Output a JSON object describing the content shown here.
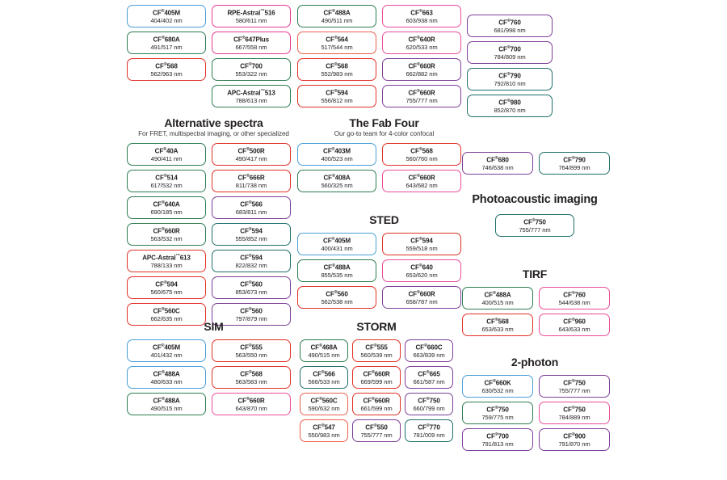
{
  "page": {
    "background": "#ffffff",
    "trademark_glyph": "®",
    "nm_unit": "nm"
  },
  "palette": {
    "blue": "#4a9fd8",
    "green": "#2e7d52",
    "red": "#e03127",
    "magenta": "#e8398f",
    "pink": "#ea4c9b",
    "purple": "#7d3f98",
    "teal": "#1f6f6b",
    "darkteal": "#2b6a66",
    "salmon": "#e8604e",
    "darkgreen": "#215e3c"
  },
  "sections": [
    {
      "id": "top-left",
      "title": "",
      "subtitle": "",
      "columns": [
        {
          "id": "col-1",
          "chips": [
            {
              "name": "CF",
              "sup": "®",
              "code": "405M",
              "wavelength": "404/402 nm",
              "color": "#4a9fd8"
            },
            {
              "name": "CF",
              "sup": "®",
              "code": "680A",
              "wavelength": "491/517 nm",
              "color": "#2e7d52"
            },
            {
              "name": "CF",
              "sup": "®",
              "code": "568",
              "wavelength": "562/963 nm",
              "color": "#e03127"
            }
          ]
        },
        {
          "id": "col-2",
          "chips": [
            {
              "name": "RPE-Astral",
              "sup": "™",
              "code": "516",
              "wavelength": "580/611 nm",
              "color": "#e8398f"
            },
            {
              "name": "CF",
              "sup": "®",
              "code": "647Plus",
              "wavelength": "667/558 nm",
              "color": "#e8398f"
            },
            {
              "name": "CF",
              "sup": "®",
              "code": "700",
              "wavelength": "553/322 nm",
              "color": "#2e7d52"
            },
            {
              "name": "APC-Astral",
              "sup": "™",
              "code": "513",
              "wavelength": "788/613 nm",
              "color": "#2e7d52"
            }
          ]
        }
      ]
    },
    {
      "id": "top-mid",
      "title": "",
      "subtitle": "",
      "columns": [
        {
          "id": "col-1",
          "chips": [
            {
              "name": "CF",
              "sup": "®",
              "code": "488A",
              "wavelength": "490/511 nm",
              "color": "#2e7d52"
            },
            {
              "name": "CF",
              "sup": "®",
              "code": "564",
              "wavelength": "517/544 nm",
              "color": "#e8604e"
            },
            {
              "name": "CF",
              "sup": "®",
              "code": "568",
              "wavelength": "552/983 nm",
              "color": "#e03127"
            },
            {
              "name": "CF",
              "sup": "®",
              "code": "594",
              "wavelength": "556/812 nm",
              "color": "#e03127"
            }
          ]
        },
        {
          "id": "col-2",
          "chips": [
            {
              "name": "CF",
              "sup": "®",
              "code": "663",
              "wavelength": "603/938 nm",
              "color": "#ea4c9b"
            },
            {
              "name": "CF",
              "sup": "®",
              "code": "640R",
              "wavelength": "620/533 nm",
              "color": "#ea4c9b"
            },
            {
              "name": "CF",
              "sup": "®",
              "code": "660R",
              "wavelength": "662/882 nm",
              "color": "#7d3f98"
            },
            {
              "name": "CF",
              "sup": "®",
              "code": "660R",
              "wavelength": "755/777 nm",
              "color": "#7d3f98"
            }
          ]
        }
      ]
    },
    {
      "id": "top-right",
      "title": "",
      "subtitle": "",
      "columns": [
        {
          "id": "col-1",
          "chips": [
            {
              "name": "CF",
              "sup": "®",
              "code": "760",
              "wavelength": "681/998 nm",
              "color": "#7d3f98"
            },
            {
              "name": "CF",
              "sup": "®",
              "code": "700",
              "wavelength": "784/809 nm",
              "color": "#7d3f98"
            },
            {
              "name": "CF",
              "sup": "®",
              "code": "790",
              "wavelength": "792/810 nm",
              "color": "#1f6f6b"
            },
            {
              "name": "CF",
              "sup": "®",
              "code": "980",
              "wavelength": "852/870 nm",
              "color": "#1f6f6b"
            }
          ]
        }
      ]
    },
    {
      "id": "alternative-spectra",
      "title": "Alternative spectra",
      "subtitle": "For FRET, multispectral imaging, or other specialized",
      "columns": [
        {
          "id": "col-1",
          "chips": [
            {
              "name": "CF",
              "sup": "®",
              "code": "40A",
              "wavelength": "490/411 nm",
              "color": "#2e7d52"
            },
            {
              "name": "CF",
              "sup": "®",
              "code": "514",
              "wavelength": "617/532 nm",
              "color": "#2e7d52"
            },
            {
              "name": "CF",
              "sup": "®",
              "code": "640A",
              "wavelength": "690/185 nm",
              "color": "#2e7d52"
            },
            {
              "name": "CF",
              "sup": "®",
              "code": "660R",
              "wavelength": "563/532 nm",
              "color": "#2e7d52"
            },
            {
              "name": "APC-Astral",
              "sup": "™",
              "code": "613",
              "wavelength": "788/133 nm",
              "color": "#e03127"
            },
            {
              "name": "CF",
              "sup": "®",
              "code": "594",
              "wavelength": "560/675 nm",
              "color": "#e03127"
            },
            {
              "name": "CF",
              "sup": "®",
              "code": "560C",
              "wavelength": "662/635 nm",
              "color": "#e03127"
            }
          ]
        },
        {
          "id": "col-2",
          "chips": [
            {
              "name": "CF",
              "sup": "®",
              "code": "500R",
              "wavelength": "490/417 nm",
              "color": "#e03127"
            },
            {
              "name": "CF",
              "sup": "®",
              "code": "666R",
              "wavelength": "811/738 nm",
              "color": "#e03127"
            },
            {
              "name": "CF",
              "sup": "®",
              "code": "566",
              "wavelength": "683/811 nm",
              "color": "#7d3f98"
            },
            {
              "name": "CF",
              "sup": "®",
              "code": "594",
              "wavelength": "555/852 nm",
              "color": "#1f6f6b"
            },
            {
              "name": "CF",
              "sup": "®",
              "code": "594",
              "wavelength": "822/832 nm",
              "color": "#1f6f6b"
            },
            {
              "name": "CF",
              "sup": "®",
              "code": "560",
              "wavelength": "853/673 nm",
              "color": "#7d3f98"
            },
            {
              "name": "CF",
              "sup": "®",
              "code": "560",
              "wavelength": "797/879 nm",
              "color": "#7d3f98"
            }
          ]
        }
      ]
    },
    {
      "id": "fab-four",
      "title": "The Fab Four",
      "subtitle": "Our go-to team for 4-color confocal",
      "columns": [
        {
          "id": "col-1",
          "chips": [
            {
              "name": "CF",
              "sup": "®",
              "code": "403M",
              "wavelength": "400/523 nm",
              "color": "#4a9fd8"
            },
            {
              "name": "CF",
              "sup": "®",
              "code": "408A",
              "wavelength": "560/325 nm",
              "color": "#2e7d52"
            }
          ]
        },
        {
          "id": "col-2",
          "chips": [
            {
              "name": "CF",
              "sup": "®",
              "code": "568",
              "wavelength": "560/760 nm",
              "color": "#e03127"
            },
            {
              "name": "CF",
              "sup": "®",
              "code": "660R",
              "wavelength": "643/682 nm",
              "color": "#ea4c9b"
            }
          ]
        }
      ]
    },
    {
      "id": "sted",
      "title": "STED",
      "subtitle": "",
      "columns": [
        {
          "id": "col-1",
          "chips": [
            {
              "name": "CF",
              "sup": "®",
              "code": "405M",
              "wavelength": "400/431 nm",
              "color": "#4a9fd8"
            },
            {
              "name": "CF",
              "sup": "®",
              "code": "488A",
              "wavelength": "855/535 nm",
              "color": "#2e7d52"
            },
            {
              "name": "CF",
              "sup": "®",
              "code": "560",
              "wavelength": "562/538 nm",
              "color": "#e03127"
            }
          ]
        },
        {
          "id": "col-2",
          "chips": [
            {
              "name": "CF",
              "sup": "®",
              "code": "594",
              "wavelength": "559/518 nm",
              "color": "#e03127"
            },
            {
              "name": "CF",
              "sup": "®",
              "code": "640",
              "wavelength": "653/620 nm",
              "color": "#ea4c9b"
            },
            {
              "name": "CF",
              "sup": "®",
              "code": "660R",
              "wavelength": "658/787 nm",
              "color": "#7d3f98"
            }
          ]
        }
      ]
    },
    {
      "id": "right-pair",
      "title": "",
      "subtitle": "",
      "columns": [
        {
          "id": "col-1",
          "chips": [
            {
              "name": "CF",
              "sup": "®",
              "code": "680",
              "wavelength": "746/638 nm",
              "color": "#7d3f98"
            }
          ]
        },
        {
          "id": "col-2",
          "chips": [
            {
              "name": "CF",
              "sup": "®",
              "code": "790",
              "wavelength": "764/899 nm",
              "color": "#1f6f6b"
            }
          ]
        }
      ]
    },
    {
      "id": "photoacoustic",
      "title": "Photoacoustic imaging",
      "subtitle": "",
      "columns": [
        {
          "id": "col-1",
          "chips": [
            {
              "name": "CF",
              "sup": "®",
              "code": "750",
              "wavelength": "755/777 nm",
              "color": "#1f6f6b"
            }
          ]
        }
      ]
    },
    {
      "id": "tirf",
      "title": "TIRF",
      "subtitle": "",
      "columns": [
        {
          "id": "col-1",
          "chips": [
            {
              "name": "CF",
              "sup": "®",
              "code": "488A",
              "wavelength": "400/515 nm",
              "color": "#2e7d52"
            },
            {
              "name": "CF",
              "sup": "®",
              "code": "568",
              "wavelength": "653/633 nm",
              "color": "#e03127"
            }
          ]
        },
        {
          "id": "col-2",
          "chips": [
            {
              "name": "CF",
              "sup": "®",
              "code": "760",
              "wavelength": "544/638 nm",
              "color": "#ea4c9b"
            },
            {
              "name": "CF",
              "sup": "®",
              "code": "960",
              "wavelength": "643/633 nm",
              "color": "#ea4c9b"
            }
          ]
        }
      ]
    },
    {
      "id": "two-photon",
      "title": "2-photon",
      "subtitle": "",
      "columns": [
        {
          "id": "col-1",
          "chips": [
            {
              "name": "CF",
              "sup": "®",
              "code": "660K",
              "wavelength": "630/532 nm",
              "color": "#4a9fd8"
            },
            {
              "name": "CF",
              "sup": "®",
              "code": "750",
              "wavelength": "759/775 nm",
              "color": "#2e7d52"
            },
            {
              "name": "CF",
              "sup": "®",
              "code": "700",
              "wavelength": "791/813 nm",
              "color": "#7d3f98"
            }
          ]
        },
        {
          "id": "col-2",
          "chips": [
            {
              "name": "CF",
              "sup": "®",
              "code": "750",
              "wavelength": "755/777 nm",
              "color": "#7d3f98"
            },
            {
              "name": "CF",
              "sup": "®",
              "code": "750",
              "wavelength": "784/889 nm",
              "color": "#ea4c9b"
            },
            {
              "name": "CF",
              "sup": "®",
              "code": "900",
              "wavelength": "791/870 nm",
              "color": "#7d3f98"
            }
          ]
        }
      ]
    },
    {
      "id": "sim",
      "title": "SIM",
      "subtitle": "",
      "columns": [
        {
          "id": "col-1",
          "chips": [
            {
              "name": "CF",
              "sup": "®",
              "code": "405M",
              "wavelength": "401/432 nm",
              "color": "#4a9fd8"
            },
            {
              "name": "CF",
              "sup": "®",
              "code": "488A",
              "wavelength": "480/633 nm",
              "color": "#4a9fd8"
            },
            {
              "name": "CF",
              "sup": "®",
              "code": "488A",
              "wavelength": "490/515 nm",
              "color": "#2e7d52"
            }
          ]
        },
        {
          "id": "col-2",
          "chips": [
            {
              "name": "CF",
              "sup": "®",
              "code": "555",
              "wavelength": "563/550 nm",
              "color": "#e03127"
            },
            {
              "name": "CF",
              "sup": "®",
              "code": "568",
              "wavelength": "563/583 nm",
              "color": "#e03127"
            },
            {
              "name": "CF",
              "sup": "®",
              "code": "660R",
              "wavelength": "643/870 nm",
              "color": "#ea4c9b"
            }
          ]
        }
      ]
    },
    {
      "id": "storm",
      "title": "STORM",
      "subtitle": "",
      "columns": [
        {
          "id": "col-1",
          "chips": [
            {
              "name": "CF",
              "sup": "®",
              "code": "468A",
              "wavelength": "490/515 nm",
              "color": "#2e7d52"
            },
            {
              "name": "CF",
              "sup": "®",
              "code": "566",
              "wavelength": "566/533 nm",
              "color": "#1f6f6b"
            },
            {
              "name": "CF",
              "sup": "®",
              "code": "560C",
              "wavelength": "590/632 nm",
              "color": "#e8604e"
            },
            {
              "name": "CF",
              "sup": "®",
              "code": "547",
              "wavelength": "550/983 nm",
              "color": "#e8604e"
            }
          ]
        },
        {
          "id": "col-2",
          "chips": [
            {
              "name": "CF",
              "sup": "®",
              "code": "555",
              "wavelength": "560/539 nm",
              "color": "#e03127"
            },
            {
              "name": "CF",
              "sup": "®",
              "code": "660R",
              "wavelength": "669/599 nm",
              "color": "#e03127"
            },
            {
              "name": "CF",
              "sup": "®",
              "code": "660R",
              "wavelength": "661/599 nm",
              "color": "#e03127"
            },
            {
              "name": "CF",
              "sup": "®",
              "code": "550",
              "wavelength": "755/777 nm",
              "color": "#7d3f98"
            }
          ]
        },
        {
          "id": "col-3",
          "chips": [
            {
              "name": "CF",
              "sup": "®",
              "code": "660C",
              "wavelength": "663/839 nm",
              "color": "#7d3f98"
            },
            {
              "name": "CF",
              "sup": "®",
              "code": "665",
              "wavelength": "661/587 nm",
              "color": "#7d3f98"
            },
            {
              "name": "CF",
              "sup": "®",
              "code": "750",
              "wavelength": "660/799 nm",
              "color": "#7d3f98"
            },
            {
              "name": "CF",
              "sup": "®",
              "code": "770",
              "wavelength": "781/009 nm",
              "color": "#1f6f6b"
            }
          ]
        }
      ]
    }
  ]
}
